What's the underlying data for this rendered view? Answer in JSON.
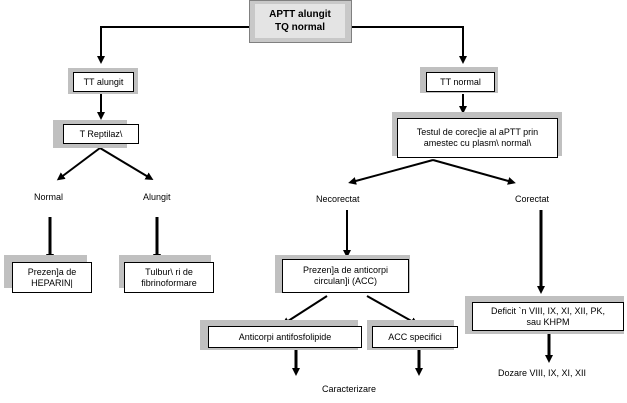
{
  "root": {
    "line1": "APTT alungit",
    "line2": "TQ normal"
  },
  "left": {
    "tt": "TT alungit",
    "reptilaz": "T Reptilaz\\",
    "normal": "Normal",
    "alungit": "Alungit",
    "heparin_line1": "Prezen]a de",
    "heparin_line2": "HEPARIN|",
    "fibrin_line1": "Tulbur\\ ri de",
    "fibrin_line2": "fibrinoformare"
  },
  "right": {
    "tt": "TT normal",
    "test_line1": "Testul de corec]ie al aPTT prin",
    "test_line2": "amestec cu plasm\\ normal\\",
    "necorectat": "Necorectat",
    "corectat": "Corectat",
    "acc_line1": "Prezen]a de anticorpi",
    "acc_line2": "circulan]i (ACC)",
    "antifosfolipide": "Anticorpi antifosfolipide",
    "acc_specifici": "ACC specifici",
    "caracterizare": "Caracterizare",
    "deficit_line1": "Deficit `n VIII, IX, XI, XII, PK,",
    "deficit_line2": "sau KHPM",
    "dozare": "Dozare VIII, IX, XI, XII"
  }
}
